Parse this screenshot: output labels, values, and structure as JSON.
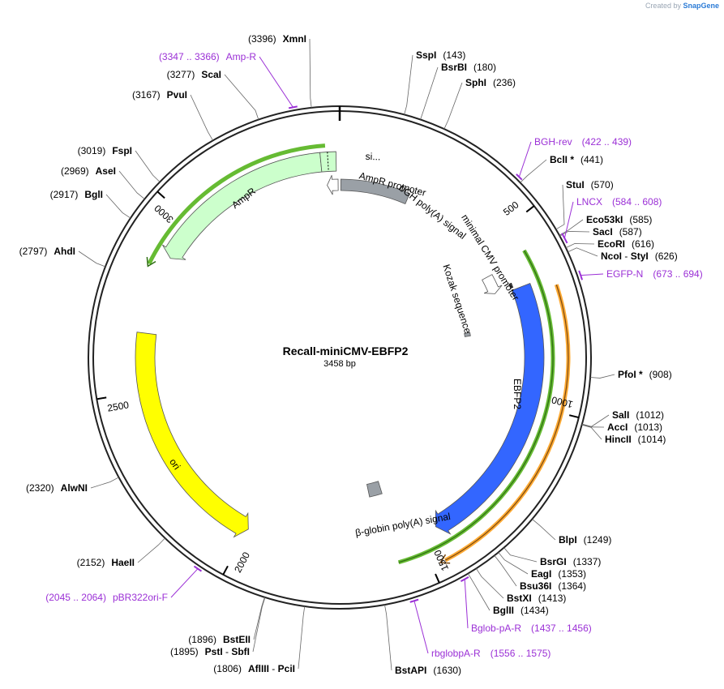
{
  "watermark": {
    "created_by": "Created by",
    "brand": "SnapGene"
  },
  "plasmid": {
    "name": "Recall-miniCMV-EBFP2",
    "length_label": "3458 bp",
    "length": 3458
  },
  "tick_labels": [
    "500",
    "1000",
    "1500",
    "2000",
    "2500",
    "3000"
  ],
  "colors": {
    "backbone": "#222222",
    "primer": "#9b30d6",
    "ampr": "#ccffcc",
    "ebfp2": "#3366ff",
    "ori": "#ffff00",
    "gray_feature": "#9aa0a6",
    "highlight_green": "#66bb33",
    "highlight_orange": "#ffaa33"
  },
  "sites": [
    {
      "name": "XmnI",
      "pos": "(3396)"
    },
    {
      "name": "SspI",
      "pos": "(143)"
    },
    {
      "name": "BsrBI",
      "pos": "(180)"
    },
    {
      "name": "SphI",
      "pos": "(236)"
    },
    {
      "name": "BclI *",
      "pos": "(441)"
    },
    {
      "name": "StuI",
      "pos": "(570)"
    },
    {
      "name": "Eco53kI",
      "pos": "(585)"
    },
    {
      "name": "SacI",
      "pos": "(587)"
    },
    {
      "name": "EcoRI",
      "pos": "(616)"
    },
    {
      "name": "NcoI",
      "name2": "StyI",
      "pos": "(626)"
    },
    {
      "name": "PfoI *",
      "pos": "(908)"
    },
    {
      "name": "SalI",
      "pos": "(1012)"
    },
    {
      "name": "AccI",
      "pos": "(1013)"
    },
    {
      "name": "HincII",
      "pos": "(1014)"
    },
    {
      "name": "BlpI",
      "pos": "(1249)"
    },
    {
      "name": "BsrGI",
      "pos": "(1337)"
    },
    {
      "name": "EagI",
      "pos": "(1353)"
    },
    {
      "name": "Bsu36I",
      "pos": "(1364)"
    },
    {
      "name": "BstXI",
      "pos": "(1413)"
    },
    {
      "name": "BglII",
      "pos": "(1434)"
    },
    {
      "name": "BstAPI",
      "pos": "(1630)"
    },
    {
      "name": "AflIII",
      "name2": "PciI",
      "pos": "(1806)"
    },
    {
      "name": "PstI",
      "name2": "SbfI",
      "pos": "(1895)"
    },
    {
      "name": "BstEII",
      "pos": "(1896)"
    },
    {
      "name": "HaeII",
      "pos": "(2152)"
    },
    {
      "name": "AlwNI",
      "pos": "(2320)"
    },
    {
      "name": "AhdI",
      "pos": "(2797)"
    },
    {
      "name": "BglI",
      "pos": "(2917)"
    },
    {
      "name": "AseI",
      "pos": "(2969)"
    },
    {
      "name": "FspI",
      "pos": "(3019)"
    },
    {
      "name": "PvuI",
      "pos": "(3167)"
    },
    {
      "name": "ScaI",
      "pos": "(3277)"
    }
  ],
  "primers": [
    {
      "name": "Amp-R",
      "range": "(3347 .. 3366)"
    },
    {
      "name": "BGH-rev",
      "range": "(422 .. 439)"
    },
    {
      "name": "LNCX",
      "range": "(584 .. 608)"
    },
    {
      "name": "EGFP-N",
      "range": "(673 .. 694)"
    },
    {
      "name": "Bglob-pA-R",
      "range": "(1437 .. 1456)"
    },
    {
      "name": "rbglobpA-R",
      "range": "(1556 .. 1575)"
    },
    {
      "name": "pBR322ori-F",
      "range": "(2045 .. 2064)"
    }
  ],
  "features": [
    {
      "label": "AmpR"
    },
    {
      "label": "si..."
    },
    {
      "label": "AmpR promoter"
    },
    {
      "label": "bGH poly(A) signal"
    },
    {
      "label": "minimal CMV promoter"
    },
    {
      "label": "Kozak sequence"
    },
    {
      "label": "EBFP2"
    },
    {
      "label": "β-globin poly(A) signal"
    },
    {
      "label": "ori"
    }
  ]
}
